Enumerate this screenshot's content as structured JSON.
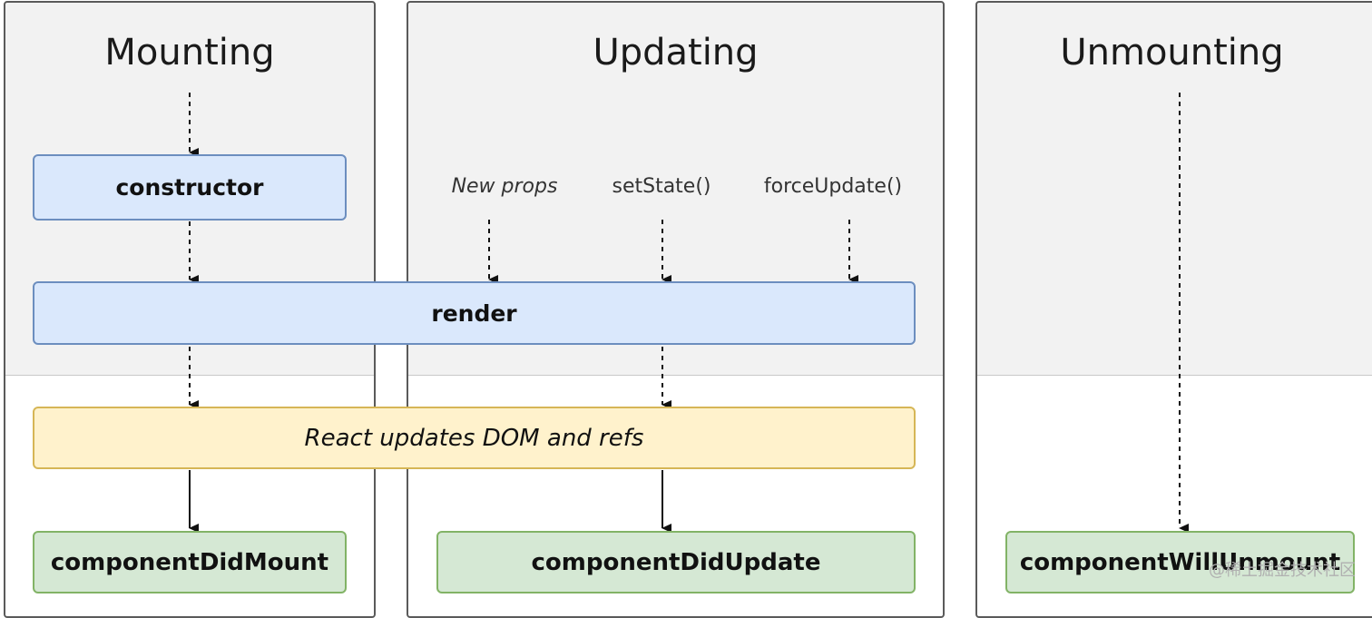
{
  "phases": {
    "mounting": "Mounting",
    "updating": "Updating",
    "unmounting": "Unmounting"
  },
  "nodes": {
    "constructor": "constructor",
    "render": "render",
    "react_updates": "React updates DOM and refs",
    "did_mount": "componentDidMount",
    "did_update": "componentDidUpdate",
    "will_unmount": "componentWillUnmount"
  },
  "triggers": {
    "new_props": "New props",
    "set_state": "setState()",
    "force_update": "forceUpdate()"
  },
  "watermark": "@稀土掘金技术社区",
  "colors": {
    "phase_bg": "#f2f2f2",
    "blue_fill": "#dae8fc",
    "blue_stroke": "#6c8ebf",
    "yellow_fill": "#fff2cc",
    "yellow_stroke": "#d6b656",
    "green_fill": "#d5e8d4",
    "green_stroke": "#82b366"
  }
}
